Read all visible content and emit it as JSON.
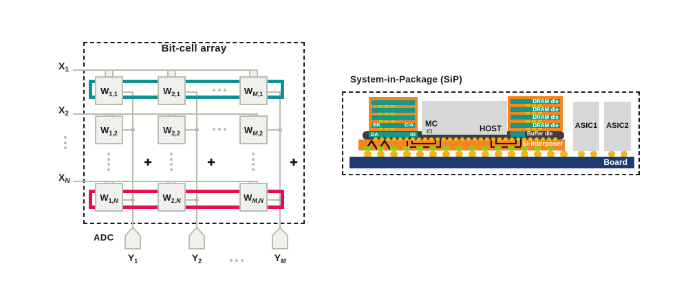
{
  "colors": {
    "sage": "#b6bead",
    "cell_fill": "#f0f1ee",
    "teal_highlight": "#0a9496",
    "red_highlight": "#e8104c",
    "ink": "#1a1a1a",
    "orange": "#f5861f",
    "teal_die": "#12998c",
    "dark_substrate": "#3e3e3e",
    "grey_die": "#d8d8d8",
    "navy_board": "#1e3a6e",
    "ball_yellow": "#f2b51d",
    "pad_green": "#9cc714"
  },
  "bitcell": {
    "title": "Bit-cell array",
    "adc_label": "ADC",
    "plus_symbol": "✚",
    "inputs": [
      {
        "base": "X",
        "sub": "1"
      },
      {
        "base": "X",
        "sub": "2"
      },
      {
        "base": "X",
        "sub": "N"
      }
    ],
    "outputs": [
      {
        "base": "Y",
        "sub": "1"
      },
      {
        "base": "Y",
        "sub": "2"
      },
      {
        "base": "Y",
        "sub": "M"
      }
    ],
    "cells": [
      {
        "base": "W",
        "col": "1",
        "row": "1"
      },
      {
        "base": "W",
        "col": "2",
        "row": "1"
      },
      {
        "base": "W",
        "col": "M",
        "row": "1"
      },
      {
        "base": "W",
        "col": "1",
        "row": "2"
      },
      {
        "base": "W",
        "col": "2",
        "row": "2"
      },
      {
        "base": "W",
        "col": "M",
        "row": "2"
      },
      {
        "base": "W",
        "col": "1",
        "row": "N"
      },
      {
        "base": "W",
        "col": "2",
        "row": "N"
      },
      {
        "base": "W",
        "col": "M",
        "row": "N"
      }
    ]
  },
  "sip": {
    "title": "System-in-Package (SiP)",
    "left_stack": {
      "bk": "BK",
      "ca": "C/A",
      "da": "DA",
      "io": "IO"
    },
    "host_die": {
      "mc": "MC",
      "io": "IO",
      "host": "HOST"
    },
    "right_stack": {
      "dram_dies": [
        "DRAM die",
        "DRAM die",
        "DRAM die",
        "DRAM die"
      ],
      "buffer_die": "Buffer die"
    },
    "interposer_label": "Si-interposer",
    "board_label": "Board",
    "asic_labels": [
      "ASIC1",
      "ASIC2"
    ]
  }
}
